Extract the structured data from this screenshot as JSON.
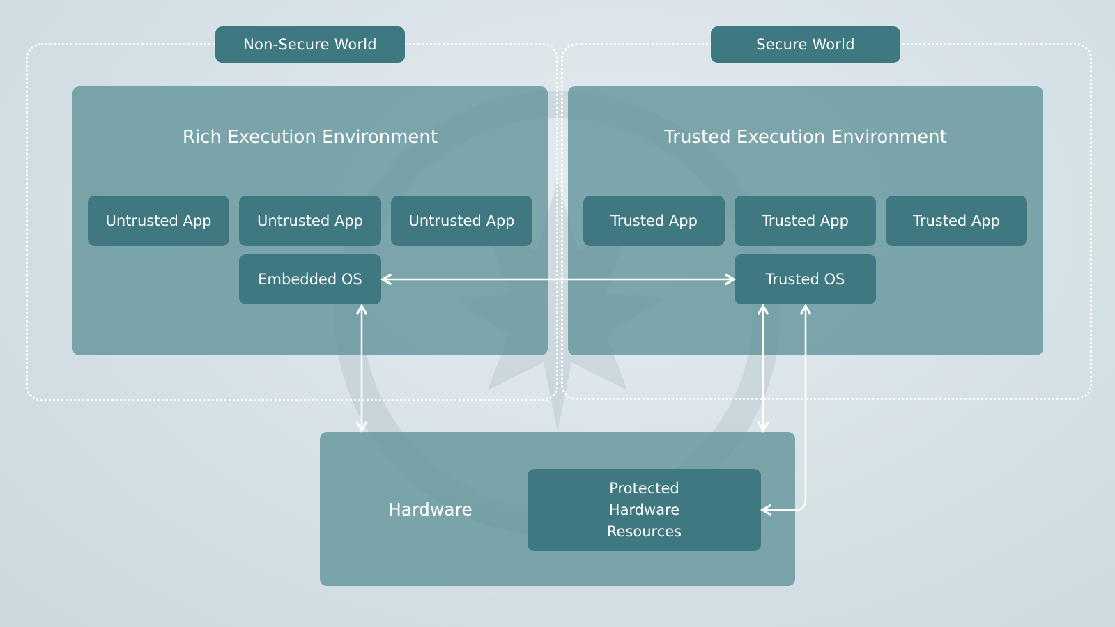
{
  "worlds": {
    "non_secure": {
      "label": "Non-Secure World"
    },
    "secure": {
      "label": "Secure World"
    }
  },
  "ree": {
    "title": "Rich Execution Environment",
    "apps": [
      "Untrusted App",
      "Untrusted App",
      "Untrusted App"
    ],
    "os": "Embedded OS"
  },
  "tee": {
    "title": "Trusted Execution Environment",
    "apps": [
      "Trusted App",
      "Trusted App",
      "Trusted App"
    ],
    "os": "Trusted OS"
  },
  "hardware": {
    "title": "Hardware",
    "protected": "Protected Hardware Resources"
  },
  "colors": {
    "box": "#3f7880",
    "panel": "#6f9aa0",
    "background": "#d6e1e6",
    "connector": "#ffffff"
  }
}
